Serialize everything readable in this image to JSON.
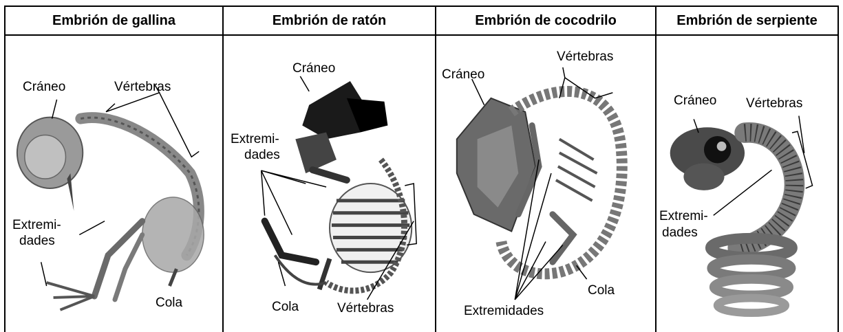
{
  "panels": [
    {
      "title": "Embrión de gallina",
      "labels": {
        "skull": "Cráneo",
        "vertebrae": "Vértebras",
        "limbs_line1": "Extremi-",
        "limbs_line2": "dades",
        "tail": "Cola"
      }
    },
    {
      "title": "Embrión de ratón",
      "labels": {
        "skull": "Cráneo",
        "limbs_line1": "Extremi-",
        "limbs_line2": "dades",
        "tail": "Cola",
        "vertebrae": "Vértebras"
      }
    },
    {
      "title": "Embrión de cocodrilo",
      "labels": {
        "skull": "Cráneo",
        "vertebrae": "Vértebras",
        "limbs": "Extremidades",
        "tail": "Cola"
      }
    },
    {
      "title": "Embrión de serpiente",
      "labels": {
        "skull": "Cráneo",
        "vertebrae": "Vértebras",
        "limbs_line1": "Extremi-",
        "limbs_line2": "dades"
      }
    }
  ],
  "colors": {
    "border": "#000000",
    "specimen_dark": "#3a3a3a",
    "specimen_mid": "#8a8a8a",
    "specimen_light": "#c8c8c8"
  }
}
